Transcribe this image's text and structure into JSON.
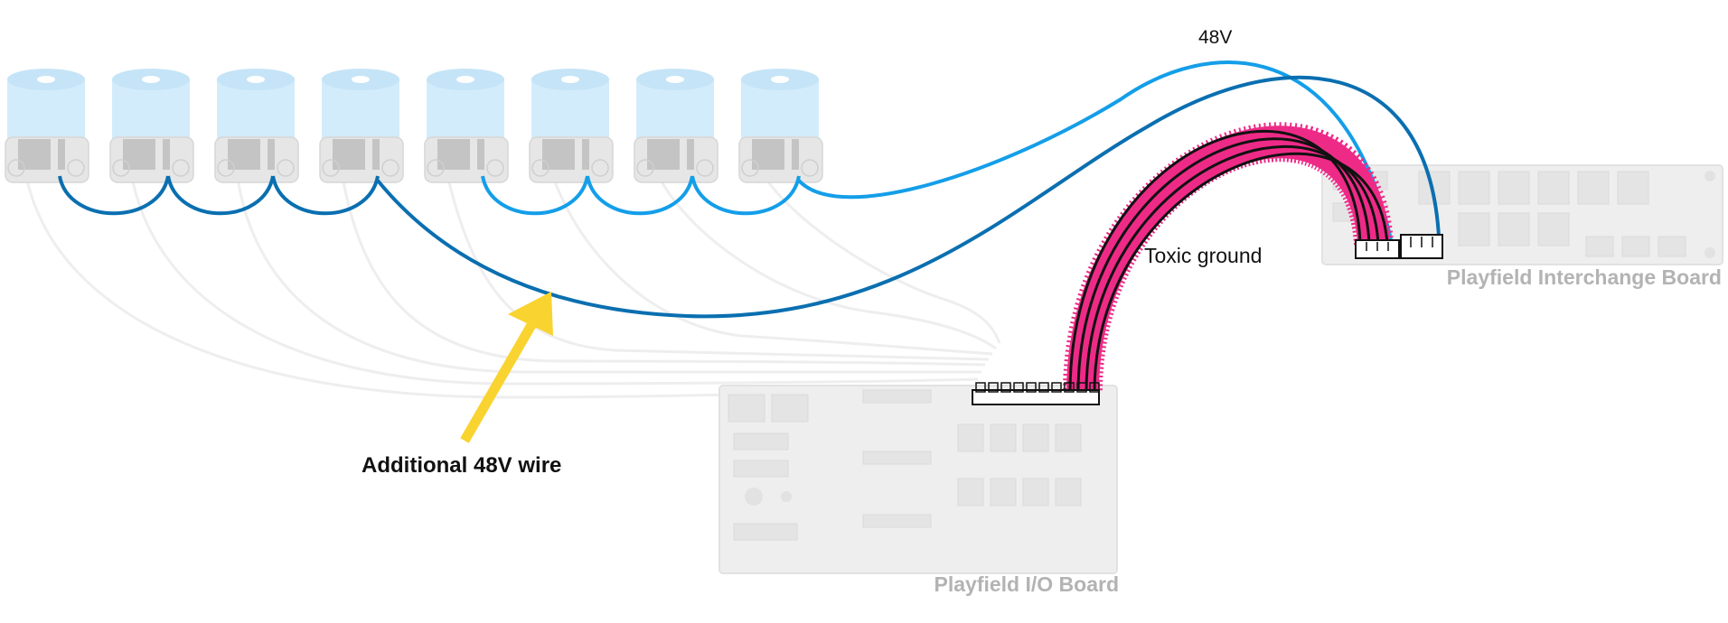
{
  "diagram": {
    "coil_count": 8,
    "labels": {
      "wire_48v": "48V",
      "toxic_ground": "Toxic ground",
      "additional_wire": "Additional 48V wire"
    },
    "boards": {
      "interchange": "Playfield Interchange Board",
      "io": "Playfield I/O Board"
    },
    "colors": {
      "wire_dark_blue": "#0a6fb0",
      "wire_light_blue": "#149ee9",
      "arrow_yellow": "#f9d330",
      "toxic_pink": "#ee2a87",
      "coil_body": "#d3ecfb",
      "board_ghost": "#eeeeee"
    }
  }
}
